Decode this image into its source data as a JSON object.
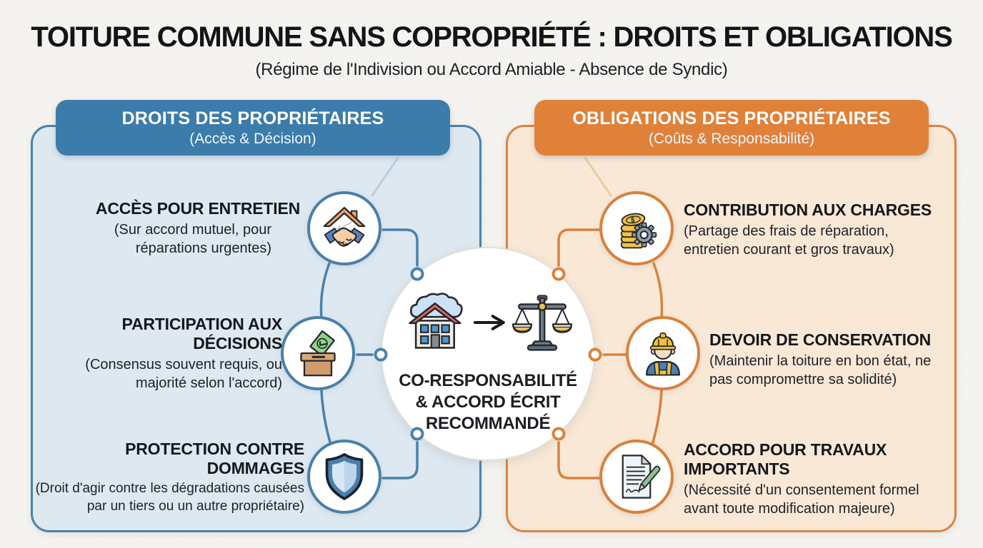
{
  "title": "TOITURE COMMUNE SANS COPROPRIÉTÉ : DROITS ET OBLIGATIONS",
  "subtitle": "(Régime de l'Indivision ou Accord Amiable - Absence de Syndic)",
  "left_panel": {
    "header": {
      "title": "DROITS DES PROPRIÉTAIRES",
      "subtitle": "(Accès & Décision)"
    },
    "items": [
      {
        "title": "ACCÈS POUR ENTRETIEN",
        "description": "(Sur accord mutuel, pour réparations urgentes)",
        "icon": "handshake-roof-icon"
      },
      {
        "title": "PARTICIPATION AUX DÉCISIONS",
        "description": "(Consensus souvent requis, ou majorité selon l'accord)",
        "icon": "ballot-box-icon"
      },
      {
        "title": "PROTECTION CONTRE DOMMAGES",
        "description": "(Droit d'agir contre les dégradations causées par un tiers ou un autre propriétaire)",
        "icon": "shield-icon"
      }
    ]
  },
  "right_panel": {
    "header": {
      "title": "OBLIGATIONS DES PROPRIÉTAIRES",
      "subtitle": "(Coûts & Responsabilité)"
    },
    "items": [
      {
        "title": "CONTRIBUTION AUX CHARGES",
        "description": "(Partage des frais de réparation, entretien courant et gros travaux)",
        "icon": "coins-gear-icon"
      },
      {
        "title": "DEVOIR DE CONSERVATION",
        "description": "(Maintenir la toiture en bon état, ne pas compromettre sa solidité)",
        "icon": "construction-worker-icon"
      },
      {
        "title": "ACCORD POUR TRAVAUX IMPORTANTS",
        "description": "(Nécessité d'un consentement formel avant toute modification majeure)",
        "icon": "signed-document-icon"
      }
    ]
  },
  "center": {
    "lines": [
      "CO-RESPONSABILITÉ",
      "& ACCORD ÉCRIT",
      "RECOMMANDÉ"
    ],
    "icons": [
      "house-cloud-icon",
      "arrow-icon",
      "scales-icon"
    ]
  },
  "colors": {
    "blue_accent": "#4a80a8",
    "blue_panel_bg": "#dde8f1",
    "blue_header_bg": "#3b7cab",
    "orange_accent": "#d9813c",
    "orange_panel_bg": "#f9e8d6",
    "orange_header_bg": "#e0813a",
    "page_bg": "#f4f3ef",
    "text_dark": "#17191c"
  }
}
